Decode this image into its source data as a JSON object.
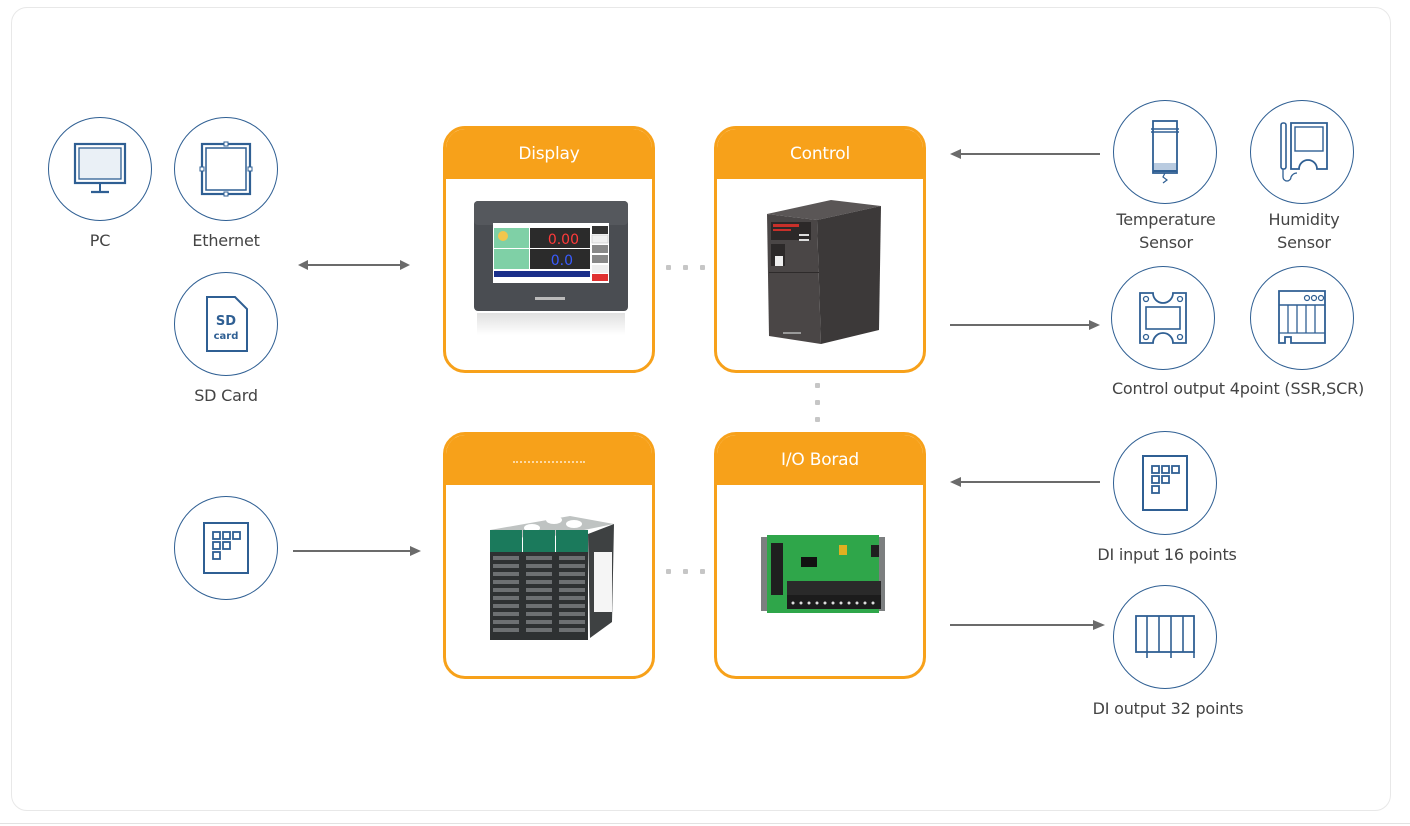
{
  "diagram": {
    "left_peripherals": [
      {
        "id": "pc",
        "label": "PC",
        "icon": "monitor-icon"
      },
      {
        "id": "ethernet",
        "label": "Ethernet",
        "icon": "ethernet-icon"
      },
      {
        "id": "sd-card",
        "label": "SD Card",
        "icon": "sd-card-icon",
        "icon_text_top": "SD",
        "icon_text_bottom": "card"
      },
      {
        "id": "module-input",
        "label": "",
        "icon": "grid-module-icon"
      }
    ],
    "cards": [
      {
        "id": "display",
        "title": "Display",
        "image": "touch-panel-display-image",
        "display_values": [
          "0.00",
          "0.0"
        ]
      },
      {
        "id": "control",
        "title": "Control",
        "image": "control-unit-image"
      },
      {
        "id": "controller-module",
        "title": "",
        "title_obscured": true,
        "image": "modular-controller-image"
      },
      {
        "id": "io-board",
        "title": "I/O Borad",
        "image": "io-circuit-board-image"
      }
    ],
    "right_peripherals": [
      {
        "id": "temperature-sensor",
        "label_line1": "Temperature",
        "label_line2": "Sensor",
        "icon": "temperature-sensor-icon"
      },
      {
        "id": "humidity-sensor",
        "label_line1": "Humidity",
        "label_line2": "Sensor",
        "icon": "humidity-sensor-icon"
      },
      {
        "id": "ssr",
        "icon": "ssr-relay-icon"
      },
      {
        "id": "scr",
        "icon": "scr-module-icon"
      },
      {
        "id": "di-input",
        "label": "DI input 16 points",
        "icon": "di-input-icon"
      },
      {
        "id": "di-output",
        "label": "DI output 32 points",
        "icon": "di-output-icon"
      }
    ],
    "control_output_label": "Control output 4point (SSR,SCR)",
    "connections": [
      {
        "from": "left-peripherals",
        "to": "display",
        "direction": "bidirectional"
      },
      {
        "from": "module-input",
        "to": "controller-module",
        "direction": "right"
      },
      {
        "from": "sensors",
        "to": "control",
        "direction": "left"
      },
      {
        "from": "control",
        "to": "control-output",
        "direction": "right"
      },
      {
        "from": "di-input",
        "to": "io-board",
        "direction": "left"
      },
      {
        "from": "io-board",
        "to": "di-output",
        "direction": "right"
      }
    ],
    "colors": {
      "accent_orange": "#f7a11a",
      "icon_blue": "#2f5f93",
      "arrow_gray": "#6b6b6b",
      "dot_gray": "#c6c6c6"
    }
  }
}
